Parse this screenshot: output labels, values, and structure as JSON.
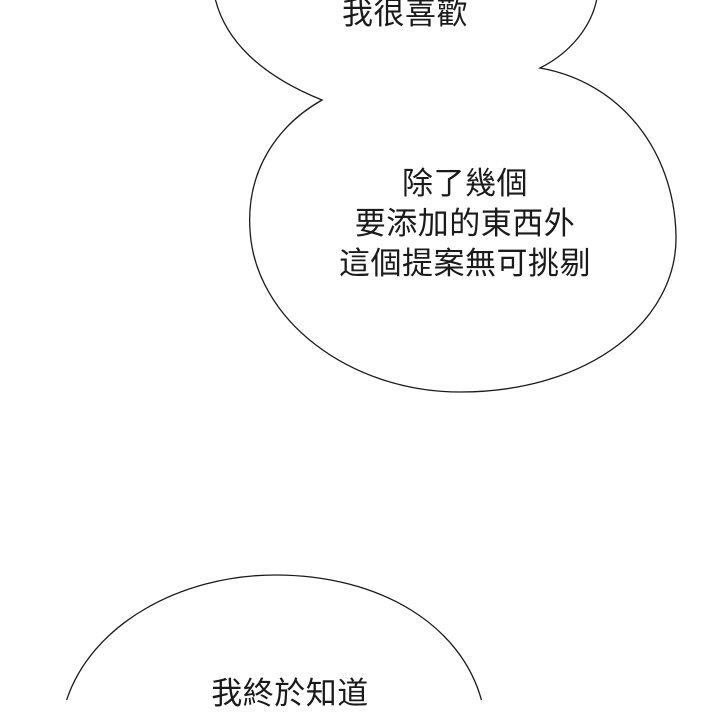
{
  "bubbles": [
    {
      "lines": [
        "我很喜歡"
      ]
    },
    {
      "lines": [
        "除了幾個",
        "要添加的東西外",
        "這個提案無可挑剔"
      ]
    },
    {
      "lines": [
        "我終於知道"
      ]
    }
  ]
}
